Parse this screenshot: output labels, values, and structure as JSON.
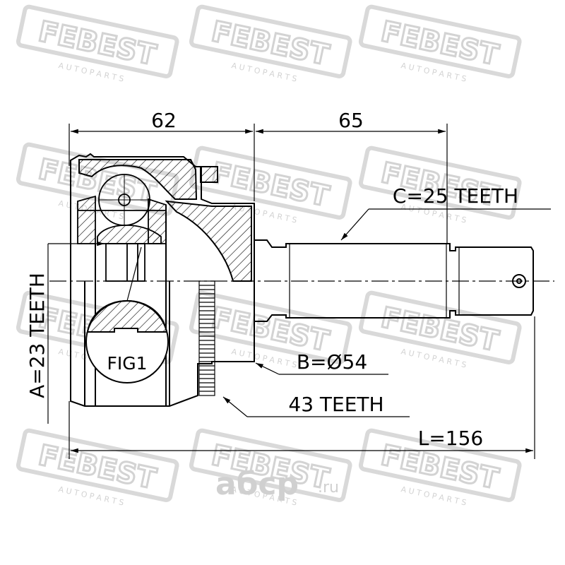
{
  "dimensions": {
    "top_left": "62",
    "top_right": "65",
    "spline_outer": "C=25 TEETH",
    "spline_inner": "A=23 TEETH",
    "bearing_diameter": "B=Ø54",
    "abs_ring": "43 TEETH",
    "length": "L=156"
  },
  "figure_label": "FIG1",
  "watermark": {
    "brand": "FEBEST",
    "sub": "A U T O   P A R T S"
  },
  "site_watermark": {
    "name": "абср",
    "tld": ".ru"
  },
  "colors": {
    "line": "#000000",
    "watermark": "#d6d6d6",
    "site_watermark": "#cfcfcf"
  }
}
